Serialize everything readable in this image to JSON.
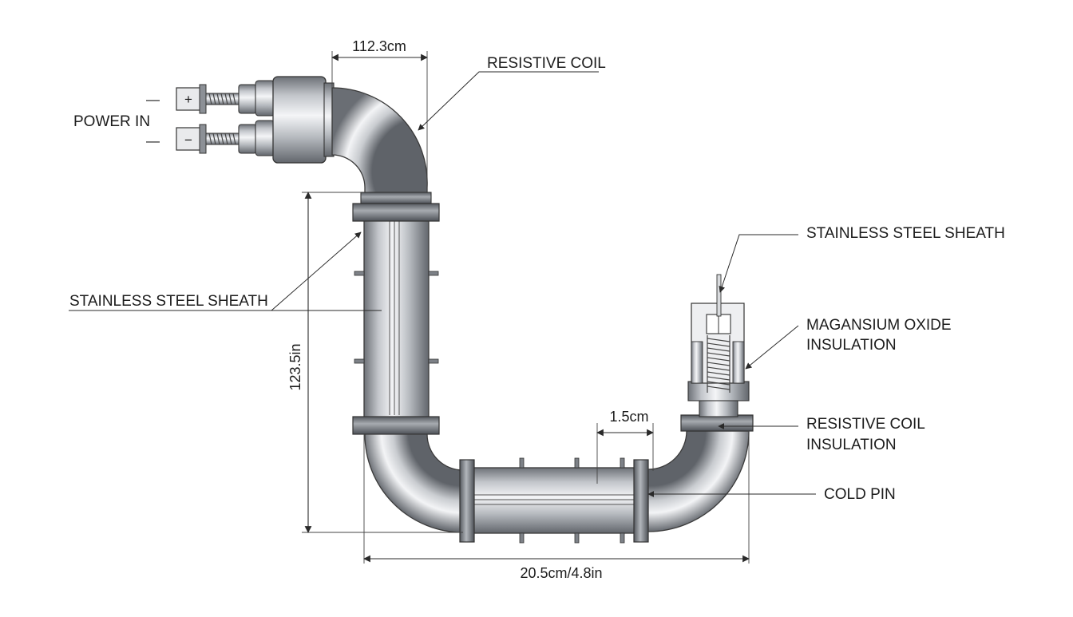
{
  "labels": {
    "power_in": "POWER IN",
    "resistive_coil_top": "RESISTIVE COIL",
    "stainless_left": "STAINLESS STEEL SHEATH",
    "stainless_right": "STAINLESS STEEL SHEATH",
    "mgo_line1": "MAGANSIUM OXIDE",
    "mgo_line2": "INSULATION",
    "coil_ins_line1": "RESISTIVE COIL",
    "coil_ins_line2": "INSULATION",
    "cold_pin": "COLD PIN"
  },
  "dimensions": {
    "top_width": "112.3cm",
    "height": "123.5in",
    "small_gap": "1.5cm",
    "overall_width": "20.5cm/4.8in"
  },
  "terminals": {
    "plus_sign": "+",
    "minus_sign": "−",
    "dash_top": "—",
    "dash_bottom": "—"
  },
  "colors": {
    "metal_light": "#f2f3f5",
    "metal_mid": "#b9bcc1",
    "metal_dark": "#6e7278",
    "line": "#2a2a2a"
  }
}
